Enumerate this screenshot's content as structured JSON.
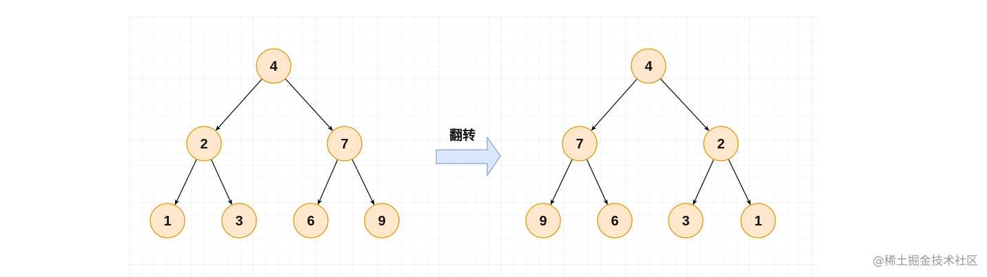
{
  "colors": {
    "node_fill": "#ffe6cc",
    "node_stroke": "#d79b00",
    "edge": "#000000",
    "arrow_fill": "#dae8fc",
    "arrow_stroke": "#6c8ebf",
    "grid_minor": "#efefef",
    "grid_major": "#e2e2e2",
    "watermark": "#9a9a9a"
  },
  "left_tree": {
    "root": "4",
    "level2": [
      "2",
      "7"
    ],
    "level3": [
      "1",
      "3",
      "6",
      "9"
    ]
  },
  "right_tree": {
    "root": "4",
    "level2": [
      "7",
      "2"
    ],
    "level3": [
      "9",
      "6",
      "3",
      "1"
    ]
  },
  "transform_arrow": {
    "label": "翻转"
  },
  "watermark": "@稀土掘金技术社区"
}
